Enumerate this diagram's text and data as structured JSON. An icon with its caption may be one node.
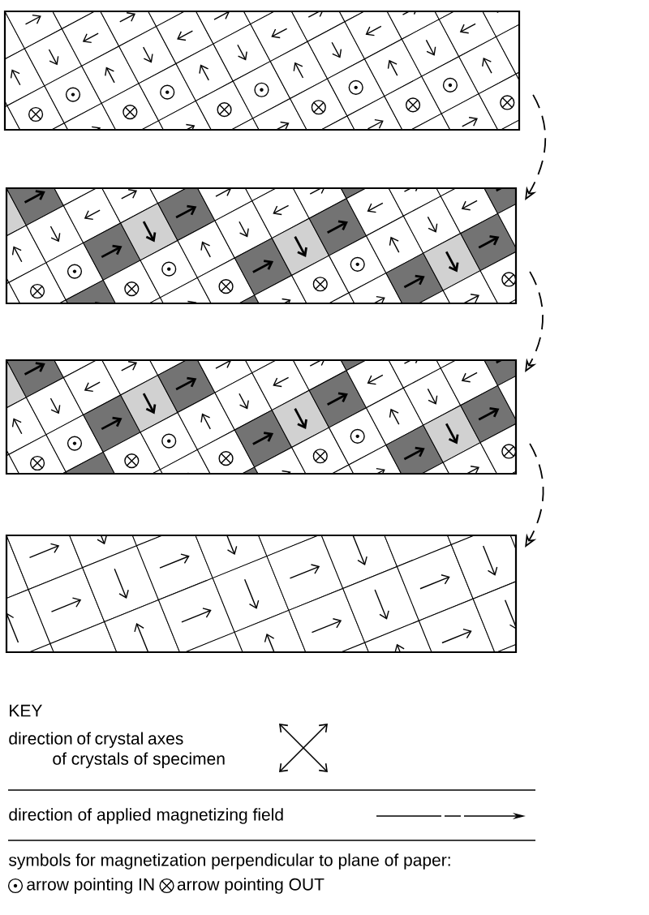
{
  "diagram": {
    "nodes": [
      {
        "text": [],
        "shape": "picture"
      },
      {
        "text": [],
        "shape": "picture"
      },
      {
        "text": [],
        "shape": "picture"
      },
      {
        "text": [],
        "shape": "picture"
      }
    ],
    "edges": [
      {
        "from": 0,
        "to": 1,
        "arrow": "to",
        "style": "dashed"
      },
      {
        "from": 1,
        "to": 2,
        "arrow": "to",
        "style": "dashed"
      },
      {
        "from": 2,
        "to": 3,
        "arrow": "to",
        "style": "dashed"
      }
    ],
    "labels": [
      "KEY",
      "direction of crystal axes of crystals of specimen",
      "direction of applied magnetizing field",
      "symbols for magnetization perpendicular to plane of paper:",
      "arrow pointing IN",
      "arrow pointing OUT"
    ]
  }
}
